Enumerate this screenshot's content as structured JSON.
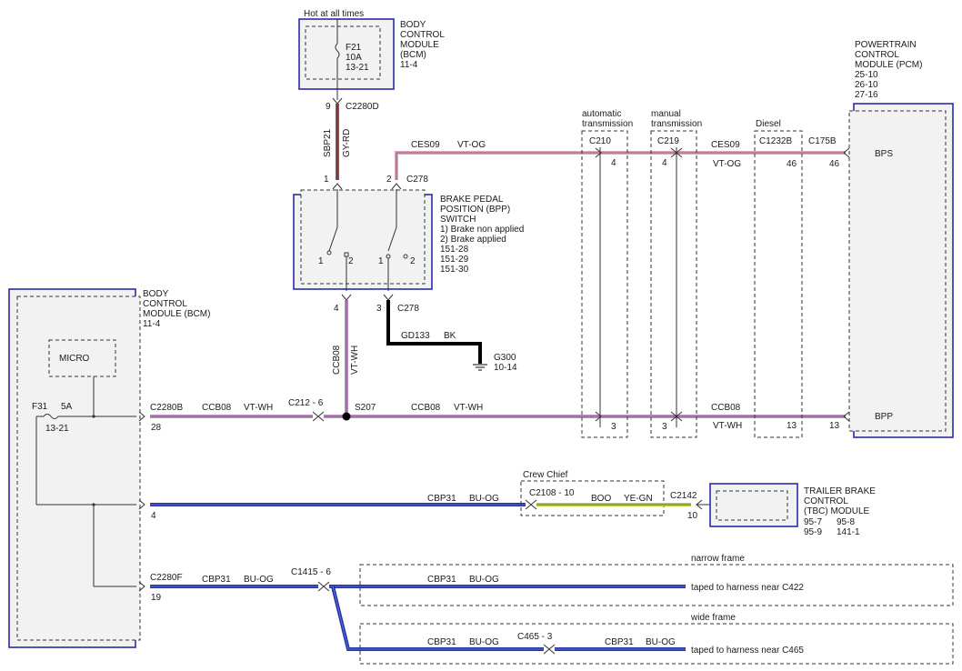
{
  "colors": {
    "module_border": "#2a2aa8",
    "vt_wh": "#c48cc6",
    "vt_og": "#e8a0c0",
    "gy_rd": "#a05050",
    "bu_og": "#2233aa",
    "ye_gn": "#b8d238",
    "bk": "#000000"
  },
  "bcm_top": {
    "note": "Hot at all times",
    "title": [
      "BODY",
      "CONTROL",
      "MODULE",
      "(BCM)",
      "11-4"
    ],
    "fuse": [
      "F21",
      "10A",
      "13-21"
    ]
  },
  "bcm_left": {
    "title": [
      "BODY",
      "CONTROL",
      "MODULE (BCM)",
      "11-4"
    ],
    "micro": "MICRO",
    "fuse_name": "F31",
    "fuse_amp": "5A",
    "fuse_ref": "13-21"
  },
  "pcm": {
    "title": [
      "POWERTRAIN",
      "CONTROL",
      "MODULE (PCM)",
      "25-10",
      "26-10",
      "27-16"
    ],
    "pin_bps": "BPS",
    "pin_bpp": "BPP"
  },
  "bpp_switch": {
    "title": [
      "BRAKE PEDAL",
      "POSITION (BPP)",
      "SWITCH"
    ],
    "notes": [
      "1) Brake non applied",
      "2) Brake applied",
      "151-28",
      "151-29",
      "151-30"
    ],
    "pos_labels": [
      "1",
      "2",
      "1",
      "2"
    ]
  },
  "tbc": {
    "title": [
      "TRAILER BRAKE",
      "CONTROL",
      "(TBC) MODULE"
    ],
    "refs": [
      "95-7",
      "95-8",
      "95-9",
      "141-1"
    ]
  },
  "headers": {
    "automatic": [
      "automatic",
      "transmission"
    ],
    "manual": [
      "manual",
      "transmission"
    ],
    "diesel": "Diesel",
    "crew_chief": "Crew Chief",
    "narrow_frame": "narrow frame",
    "wide_frame": "wide frame"
  },
  "connectors": {
    "c2280d": "C2280D",
    "c2280d_pin": "9",
    "sbp21": "SBP21",
    "gy_rd": "GY-RD",
    "bpp_pin1": "1",
    "bpp_pin2": "2",
    "c278_top": "C278",
    "bpp_pin4": "4",
    "bpp_pin3": "3",
    "c278_bottom": "C278",
    "ces09_a": "CES09",
    "vt_og_a": "VT-OG",
    "c210": "C210",
    "c210_pin_a": "4",
    "c219": "C219",
    "c219_pin_a": "4",
    "ces09_b": "CES09",
    "vt_og_b": "VT-OG",
    "c1232b": "C1232B",
    "c1232b_pin_a": "46",
    "c175b": "C175B",
    "c175b_pin_a": "46",
    "gd133": "GD133",
    "bk": "BK",
    "g300": "G300",
    "g300_ref": "10-14",
    "ccb08_v": "CCB08",
    "vt_wh_v": "VT-WH",
    "c2280b": "C2280B",
    "c2280b_pin": "28",
    "ccb08_a": "CCB08",
    "vt_wh_a": "VT-WH",
    "c212": "C212 - 6",
    "s207": "S207",
    "ccb08_b": "CCB08",
    "vt_wh_b": "VT-WH",
    "c210_pin_b": "3",
    "c219_pin_b": "3",
    "ccb08_c": "CCB08",
    "vt_wh_c": "VT-WH",
    "c1232b_pin_b": "13",
    "c175b_pin_b": "13",
    "bcm_pin4": "4",
    "cbp31_a": "CBP31",
    "bu_og_a": "BU-OG",
    "c2108": "C2108 - 10",
    "boo": "BOO",
    "ye_gn": "YE-GN",
    "c2142": "C2142",
    "c2142_pin": "10",
    "c2280f": "C2280F",
    "c2280f_pin": "19",
    "cbp31_b": "CBP31",
    "bu_og_b": "BU-OG",
    "c1415": "C1415 - 6",
    "cbp31_c": "CBP31",
    "bu_og_c": "BU-OG",
    "taped_c422": "taped to harness near C422",
    "cbp31_d": "CBP31",
    "bu_og_d": "BU-OG",
    "c465": "C465 - 3",
    "cbp31_e": "CBP31",
    "bu_og_e": "BU-OG",
    "taped_c465": "taped to harness near C465"
  }
}
